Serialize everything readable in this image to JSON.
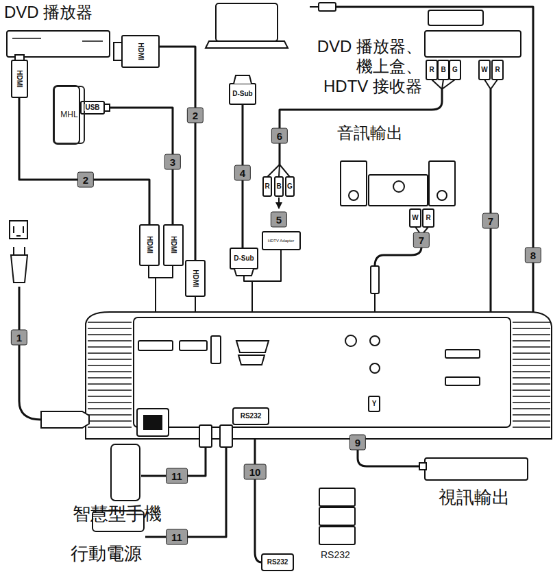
{
  "diagram": {
    "nodes": [
      {
        "text": [
          "DVD 播放器"
        ]
      },
      {
        "text": [
          "MHL"
        ]
      },
      {
        "text": [
          "DVD 播放器、 機上盒、 HDTV 接收器"
        ]
      },
      {
        "text": [
          "音訊輸出"
        ]
      },
      {
        "text": [
          "視訊輸出"
        ]
      },
      {
        "text": [
          "智慧型手機"
        ]
      },
      {
        "text": [
          "行動電源"
        ]
      },
      {
        "text": [
          "RS232"
        ]
      }
    ],
    "labels": [
      "HDMI",
      "HDMI",
      "USB",
      "2",
      "3",
      "2",
      "HDMI",
      "HDMI",
      "HDMI",
      "D-Sub",
      "4",
      "6",
      "R",
      "B",
      "G",
      "5",
      "D-Sub",
      "HDTV Adapter",
      "R",
      "B",
      "G",
      "W",
      "R",
      "W",
      "R",
      "7",
      "7",
      "8",
      "RS232",
      "10",
      "RS232",
      "Y",
      "9",
      "11",
      "11",
      "1"
    ]
  }
}
